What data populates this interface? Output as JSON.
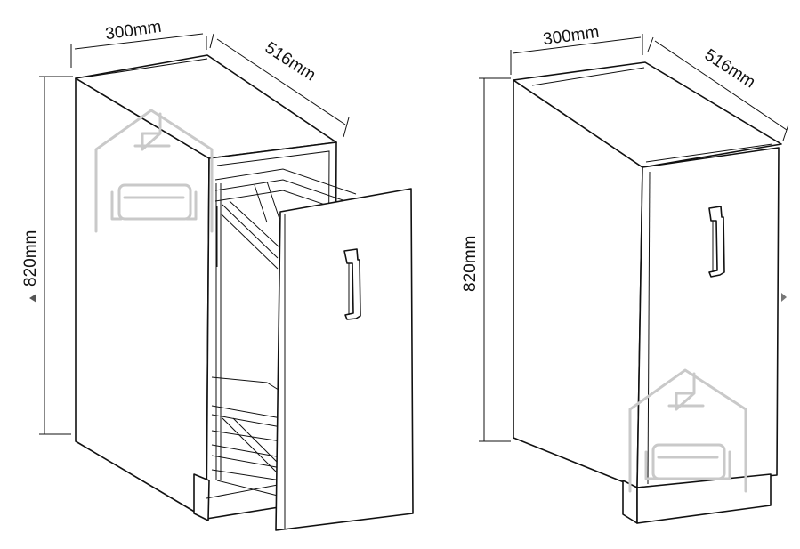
{
  "figure": {
    "left_view": {
      "width_label": "300mm",
      "depth_label": "516mm",
      "height_label": "820mm"
    },
    "right_view": {
      "width_label": "300mm",
      "depth_label": "516mm",
      "height_label": "820mm"
    }
  },
  "icons": {
    "watermark": "house-sofa-watermark-icon",
    "pointer": "triangle-arrow-icon"
  },
  "colors": {
    "line": "#111111",
    "background": "#ffffff",
    "watermark": "#c9c9c9"
  }
}
